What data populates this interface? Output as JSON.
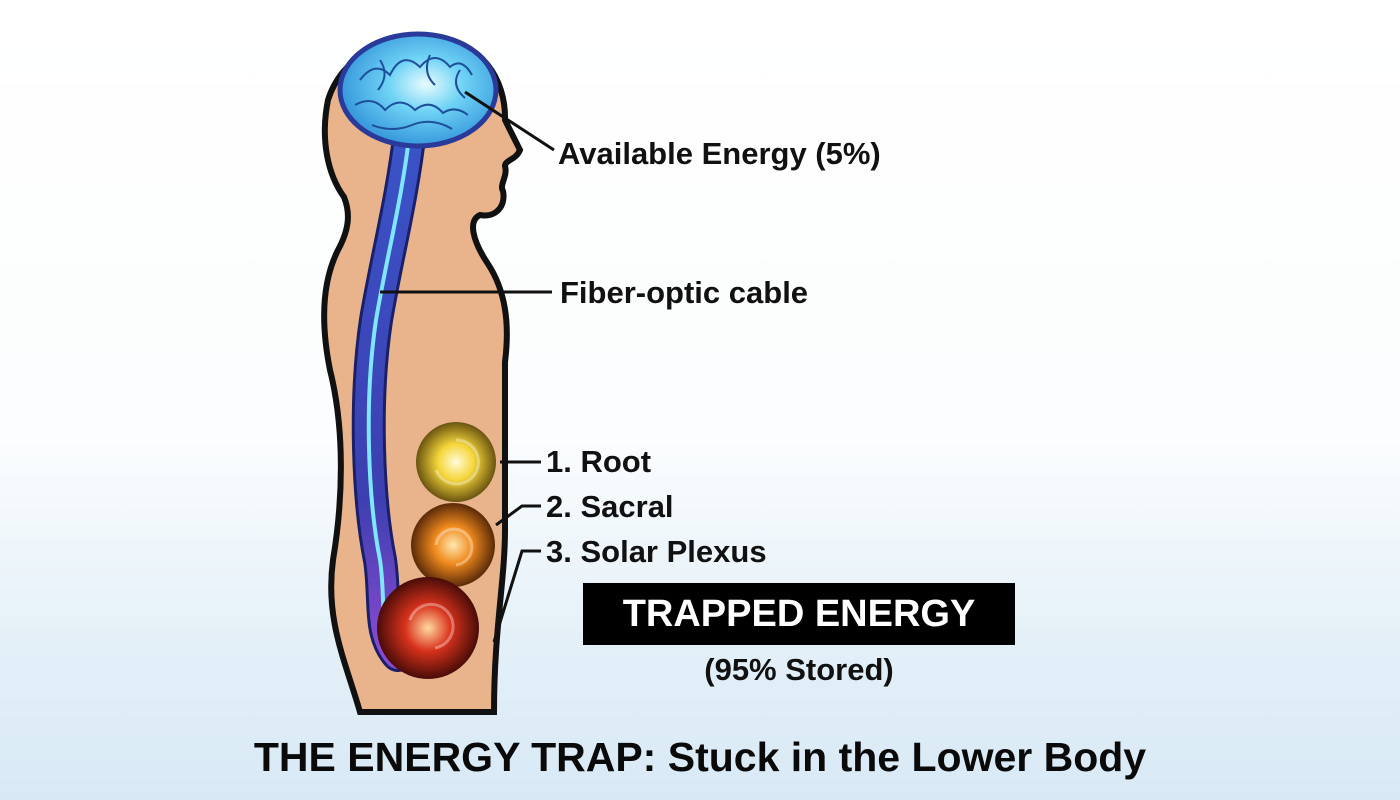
{
  "labels": {
    "available_energy": "Available Energy (5%)",
    "fiber_optic": "Fiber-optic cable",
    "root": "1. Root",
    "sacral": "2. Sacral",
    "solar_plexus": "3. Solar Plexus"
  },
  "trapped": {
    "title": "TRAPPED ENERGY",
    "subtitle": "(95% Stored)"
  },
  "title": "THE ENERGY TRAP: Stuck in the Lower Body",
  "colors": {
    "skin": "#e9b48c",
    "brain": "#5cc6f0",
    "spine": "#3b3fae",
    "root": "#f2d23a",
    "sacral": "#f08a1e",
    "solar_plexus": "#d8321c"
  }
}
